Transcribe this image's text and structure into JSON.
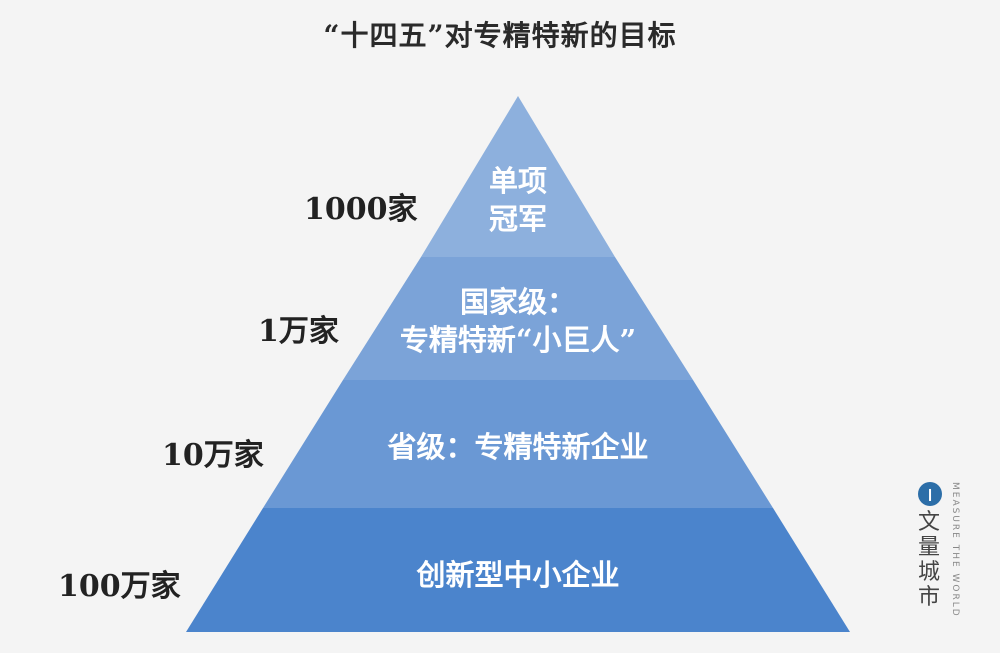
{
  "title": "“十四五”对专精特新的目标",
  "tiers": [
    {
      "lines": [
        "单项",
        "冠军"
      ],
      "count": "1000家",
      "color": "#8db0dd"
    },
    {
      "lines": [
        "国家级：",
        "专精特新“小巨人”"
      ],
      "count": "1万家",
      "color": "#7ba3d8"
    },
    {
      "lines": [
        "省级：专精特新企业"
      ],
      "count": "10万家",
      "color": "#6a98d4"
    },
    {
      "lines": [
        "创新型中小企业"
      ],
      "count": "100万家",
      "color": "#4b84cc"
    }
  ],
  "brand": {
    "icon": "logo-icon",
    "name": "文量城市",
    "sub": "MEASURE THE WORLD"
  }
}
